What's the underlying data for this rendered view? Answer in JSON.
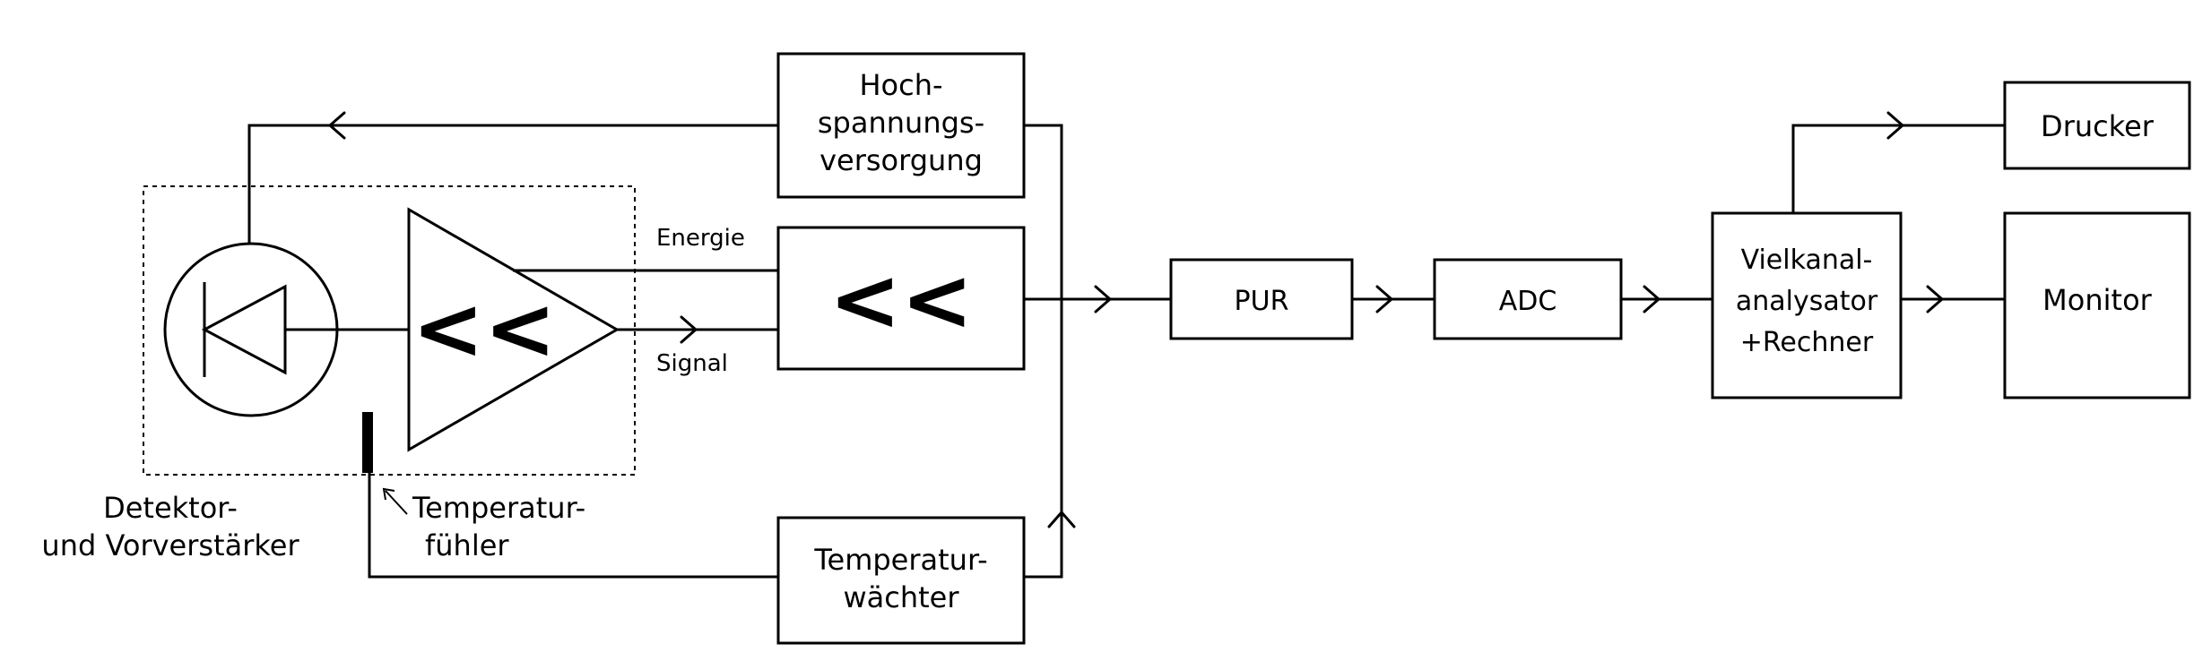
{
  "blocks": {
    "hv": {
      "lines": [
        "Hoch-",
        "spannungs-",
        "versorgung"
      ]
    },
    "shaper": {
      "symbol": "<<"
    },
    "pur": {
      "label": "PUR"
    },
    "adc": {
      "label": "ADC"
    },
    "mca": {
      "lines": [
        "Vielkanal-",
        "analysator",
        "+Rechner"
      ]
    },
    "printer": {
      "label": "Drucker"
    },
    "monitor": {
      "label": "Monitor"
    },
    "tempguard": {
      "lines": [
        "Temperatur-",
        "wächter"
      ]
    }
  },
  "preamp": {
    "symbol": "<<"
  },
  "signals": {
    "energie": "Energie",
    "signal": "Signal"
  },
  "captions": {
    "detector": [
      "Detektor-",
      "und Vorverstärker"
    ],
    "sensor": [
      "Temperatur-",
      "fühler"
    ]
  },
  "colors": {
    "line": "#000000",
    "background": "#ffffff"
  }
}
